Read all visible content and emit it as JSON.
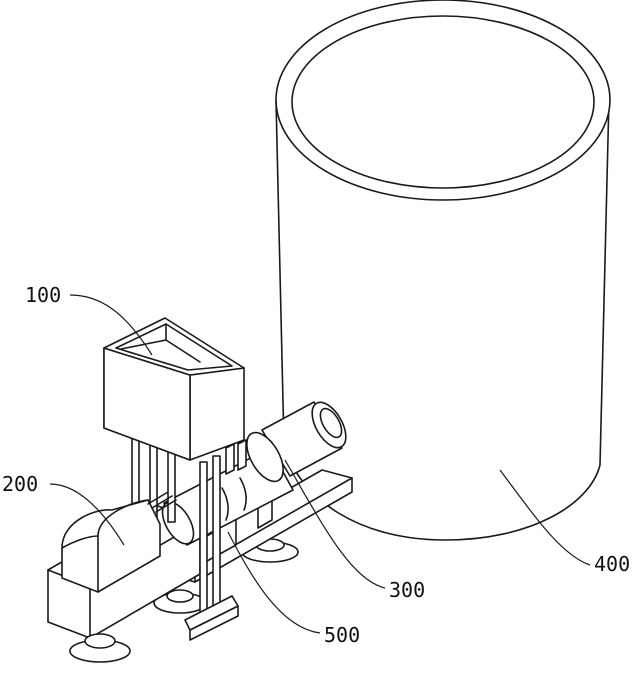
{
  "labels": {
    "hopper": "100",
    "motor": "200",
    "extruder": "300",
    "tank": "400",
    "base": "500"
  }
}
